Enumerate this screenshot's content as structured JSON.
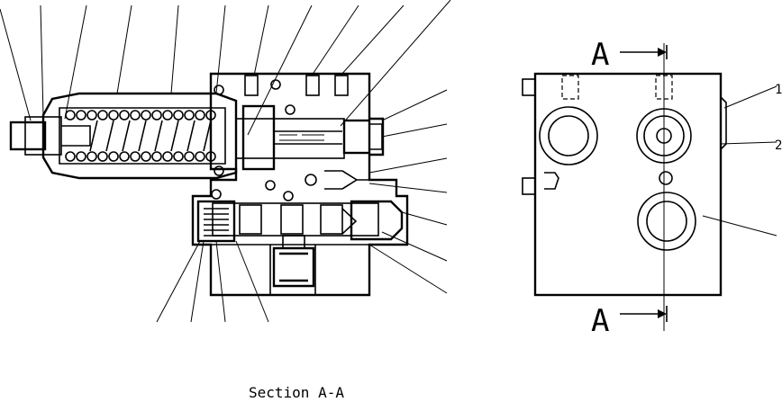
{
  "diagram": {
    "section_marks": [
      "A",
      "A"
    ],
    "caption": "Section A-A",
    "edge_glyphs": [
      "1",
      "2"
    ]
  }
}
